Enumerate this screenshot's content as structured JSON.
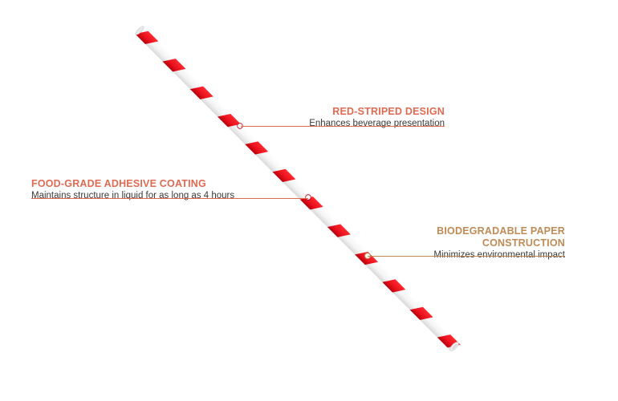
{
  "colors": {
    "stripe": "#e8101c",
    "straw_white": "#f7f7f7",
    "callout_red": "#e06a52",
    "callout_tan": "#c08a55",
    "desc_text": "#3a3a3a"
  },
  "stripe_count": 12,
  "callouts": [
    {
      "id": "red-striped",
      "title": "RED-STRIPED DESIGN",
      "description": "Enhances beverage presentation",
      "marker": "filled"
    },
    {
      "id": "food-grade",
      "title": "FOOD-GRADE ADHESIVE COATING",
      "description": "Maintains structure in liquid for as long as 4 hours",
      "marker": "filled"
    },
    {
      "id": "biodegradable",
      "title": "BIODEGRADABLE PAPER CONSTRUCTION",
      "description": "Minimizes environmental impact",
      "marker": "ring"
    }
  ]
}
